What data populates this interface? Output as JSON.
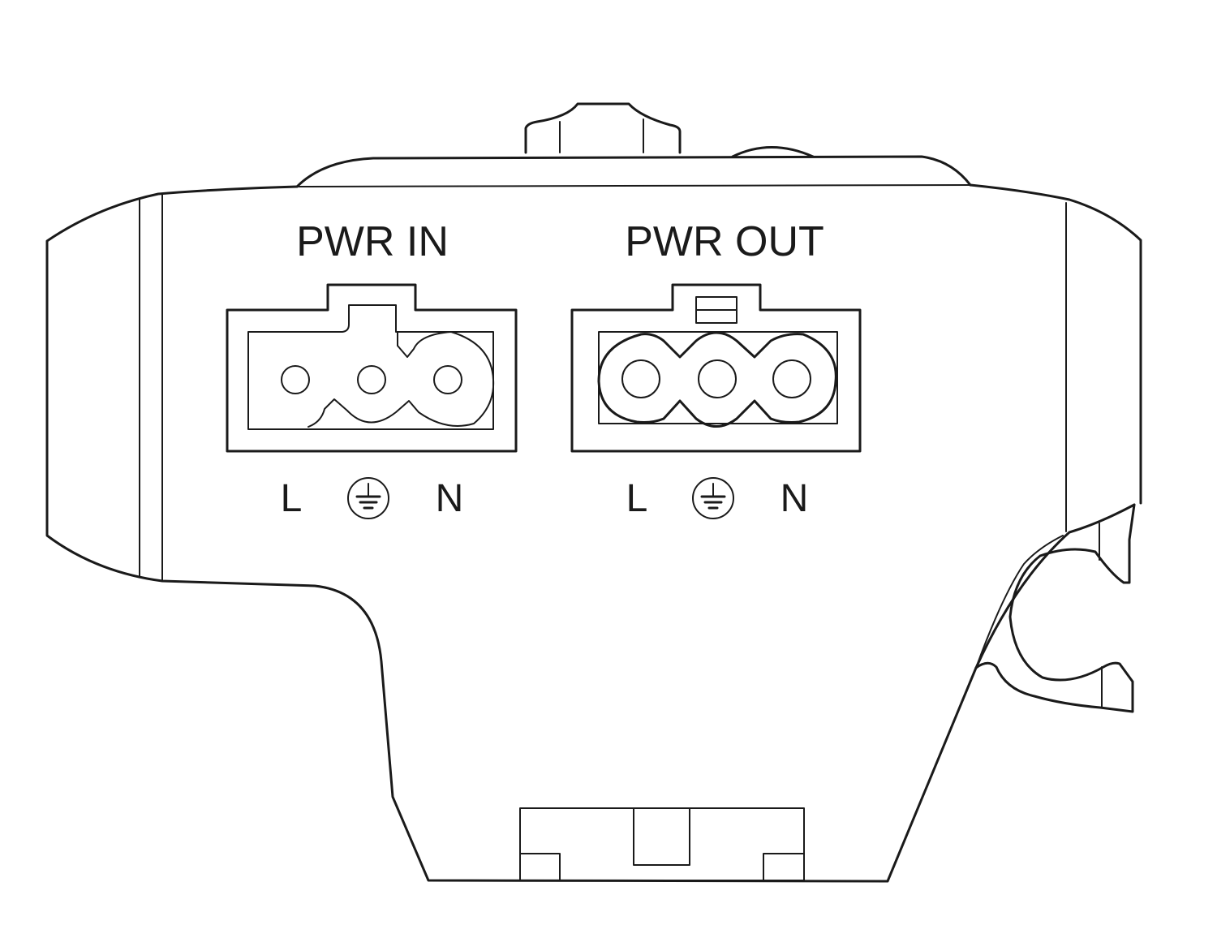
{
  "connectors": {
    "input": {
      "label": "PWR IN",
      "pins": {
        "left": "L",
        "right": "N"
      },
      "ground_icon": "earth-ground-icon"
    },
    "output": {
      "label": "PWR OUT",
      "pins": {
        "left": "L",
        "right": "N"
      },
      "ground_icon": "earth-ground-icon"
    }
  },
  "colors": {
    "stroke": "#1a1a1a",
    "background": "#ffffff"
  }
}
